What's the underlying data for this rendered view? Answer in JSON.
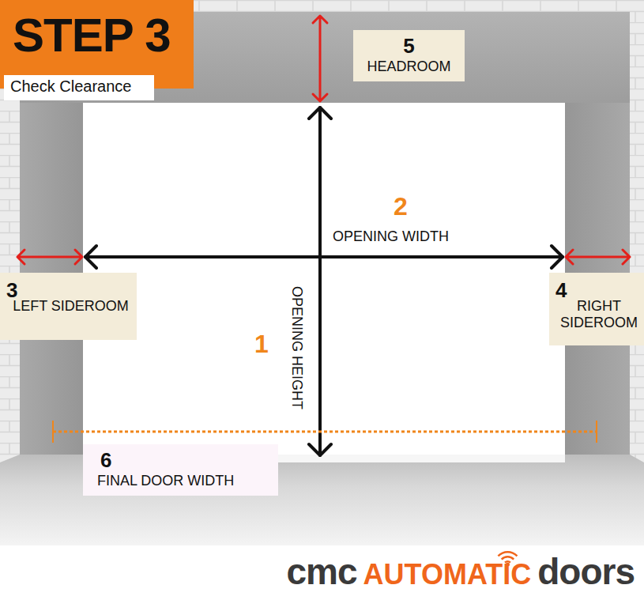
{
  "diagram": {
    "nodes": [
      {
        "text": [
          "STEP 3"
        ]
      },
      {
        "text": [
          "Check Clearance"
        ]
      },
      {
        "text": [
          "5",
          "HEADROOM"
        ]
      },
      {
        "text": [
          "3",
          "LEFT SIDEROOM"
        ]
      },
      {
        "text": [
          "4",
          "RIGHT SIDEROOM"
        ]
      },
      {
        "text": [
          "6",
          "FINAL DOOR WIDTH"
        ]
      }
    ],
    "labels": [
      "2",
      "OPENING WIDTH",
      "1",
      "OPENING HEIGHT",
      "cmc",
      "AUTOMATIC",
      "doors"
    ]
  }
}
